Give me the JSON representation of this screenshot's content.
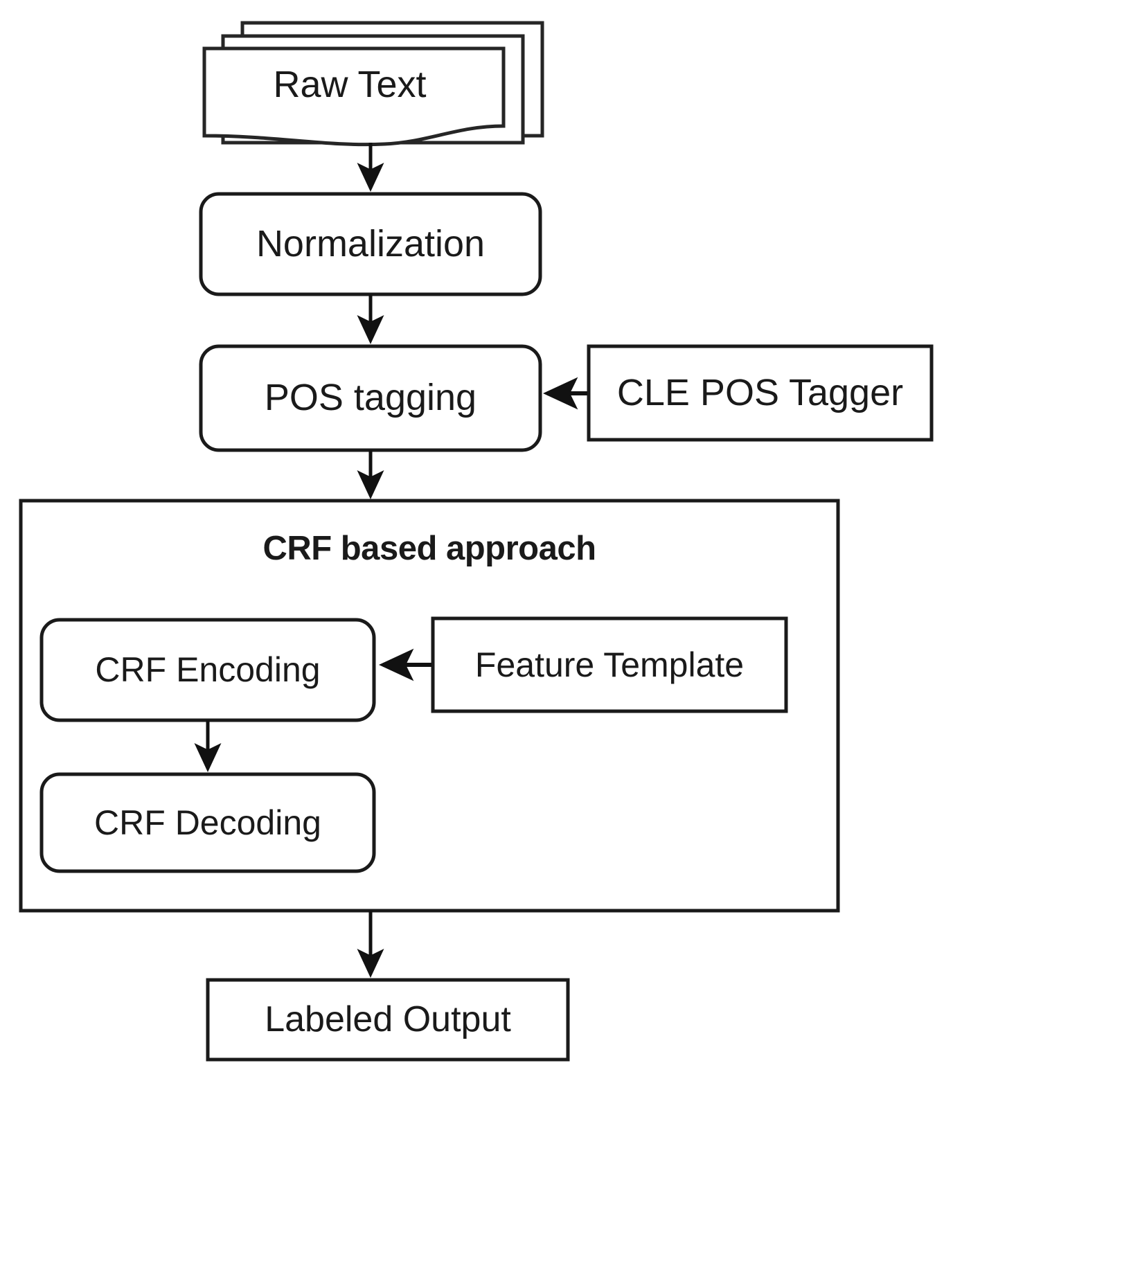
{
  "diagram": {
    "title": "CRF based NER pipeline flowchart",
    "background_color": "#ffffff",
    "stroke_color": "#1a1a1a",
    "text_color": "#1a1a1a",
    "nodes": [
      {
        "id": "raw-text",
        "label": "Raw Text",
        "shape": "document-stack",
        "bold": false
      },
      {
        "id": "normalization",
        "label": "Normalization",
        "shape": "rounded-rectangle",
        "bold": false
      },
      {
        "id": "pos-tagging",
        "label": "POS tagging",
        "shape": "rounded-rectangle",
        "bold": false
      },
      {
        "id": "cle-pos-tagger",
        "label": "CLE POS Tagger",
        "shape": "rectangle",
        "bold": false
      },
      {
        "id": "crf-approach",
        "label": "CRF based approach",
        "shape": "container-rectangle",
        "bold": true
      },
      {
        "id": "crf-encoding",
        "label": "CRF Encoding",
        "shape": "rounded-rectangle",
        "bold": false
      },
      {
        "id": "feature-template",
        "label": "Feature Template",
        "shape": "rectangle",
        "bold": false
      },
      {
        "id": "crf-decoding",
        "label": "CRF Decoding",
        "shape": "rounded-rectangle",
        "bold": false
      },
      {
        "id": "labeled-output",
        "label": "Labeled Output",
        "shape": "rectangle",
        "bold": false
      }
    ],
    "edges": [
      {
        "id": "raw-to-norm",
        "from": "raw-text",
        "to": "normalization",
        "direction": "down"
      },
      {
        "id": "norm-to-pos",
        "from": "normalization",
        "to": "pos-tagging",
        "direction": "down"
      },
      {
        "id": "tagger-to-pos",
        "from": "cle-pos-tagger",
        "to": "pos-tagging",
        "direction": "left"
      },
      {
        "id": "pos-to-crf",
        "from": "pos-tagging",
        "to": "crf-approach",
        "direction": "down"
      },
      {
        "id": "template-to-encode",
        "from": "feature-template",
        "to": "crf-encoding",
        "direction": "left"
      },
      {
        "id": "encode-to-decode",
        "from": "crf-encoding",
        "to": "crf-decoding",
        "direction": "down"
      },
      {
        "id": "crf-to-output",
        "from": "crf-approach",
        "to": "labeled-output",
        "direction": "down"
      }
    ]
  }
}
